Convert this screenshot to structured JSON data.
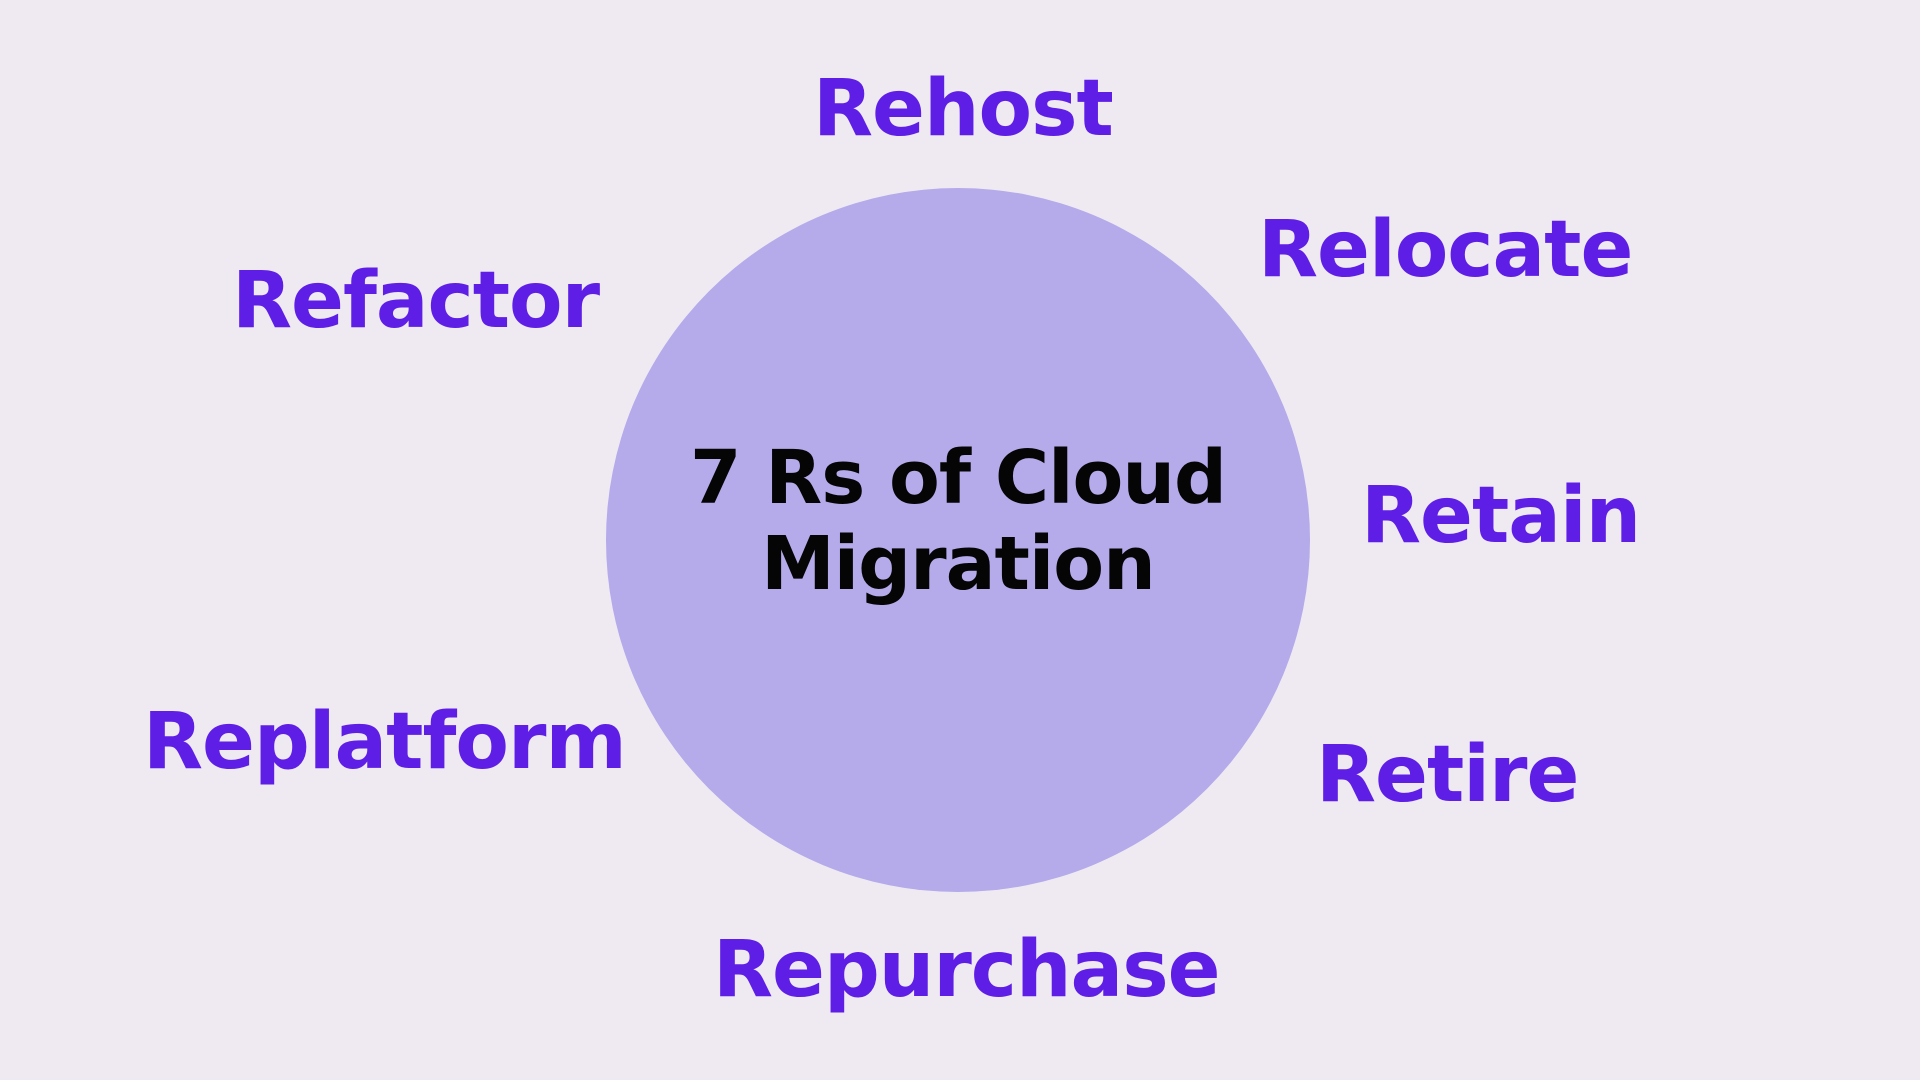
{
  "diagram": {
    "center": {
      "lines": [
        "7 Rs of Cloud",
        "Migration"
      ]
    },
    "labels": {
      "rehost": "Rehost",
      "relocate": "Relocate",
      "refactor": "Refactor",
      "retain": "Retain",
      "replatform": "Replatform",
      "retire": "Retire",
      "repurchase": "Repurchase"
    }
  },
  "colors": {
    "background": "#efeaf2",
    "circle": "#b5aaea",
    "title": "#050505",
    "label": "#5e1ee6"
  }
}
